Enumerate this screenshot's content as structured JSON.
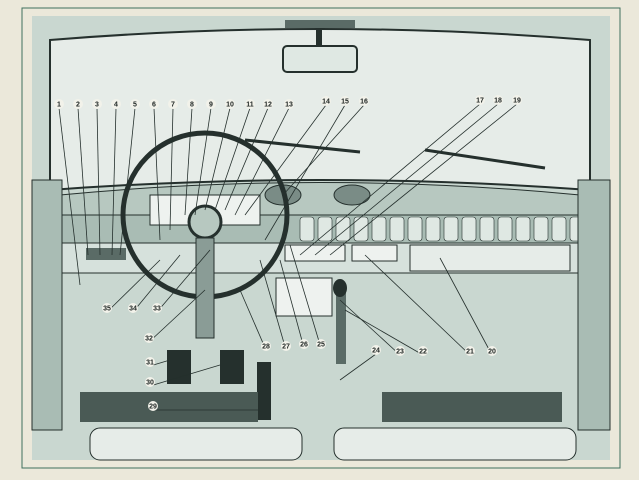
{
  "diagram": {
    "type": "car-dashboard-illustration",
    "callouts_top": [
      "1",
      "2",
      "3",
      "4",
      "5",
      "6",
      "7",
      "8",
      "9",
      "10",
      "11",
      "12",
      "13",
      "14",
      "15",
      "16",
      "17",
      "18",
      "19"
    ],
    "callouts_bottom": [
      "20",
      "21",
      "22",
      "23",
      "24",
      "25",
      "26",
      "27",
      "28",
      "29",
      "30",
      "31",
      "32",
      "33",
      "34",
      "35"
    ],
    "colors": {
      "paper": "#ebe8da",
      "interior": "#c9d7d0",
      "interior_light": "#dfe8e3",
      "ink": "#25302d",
      "frame": "#3f6f5e"
    }
  }
}
